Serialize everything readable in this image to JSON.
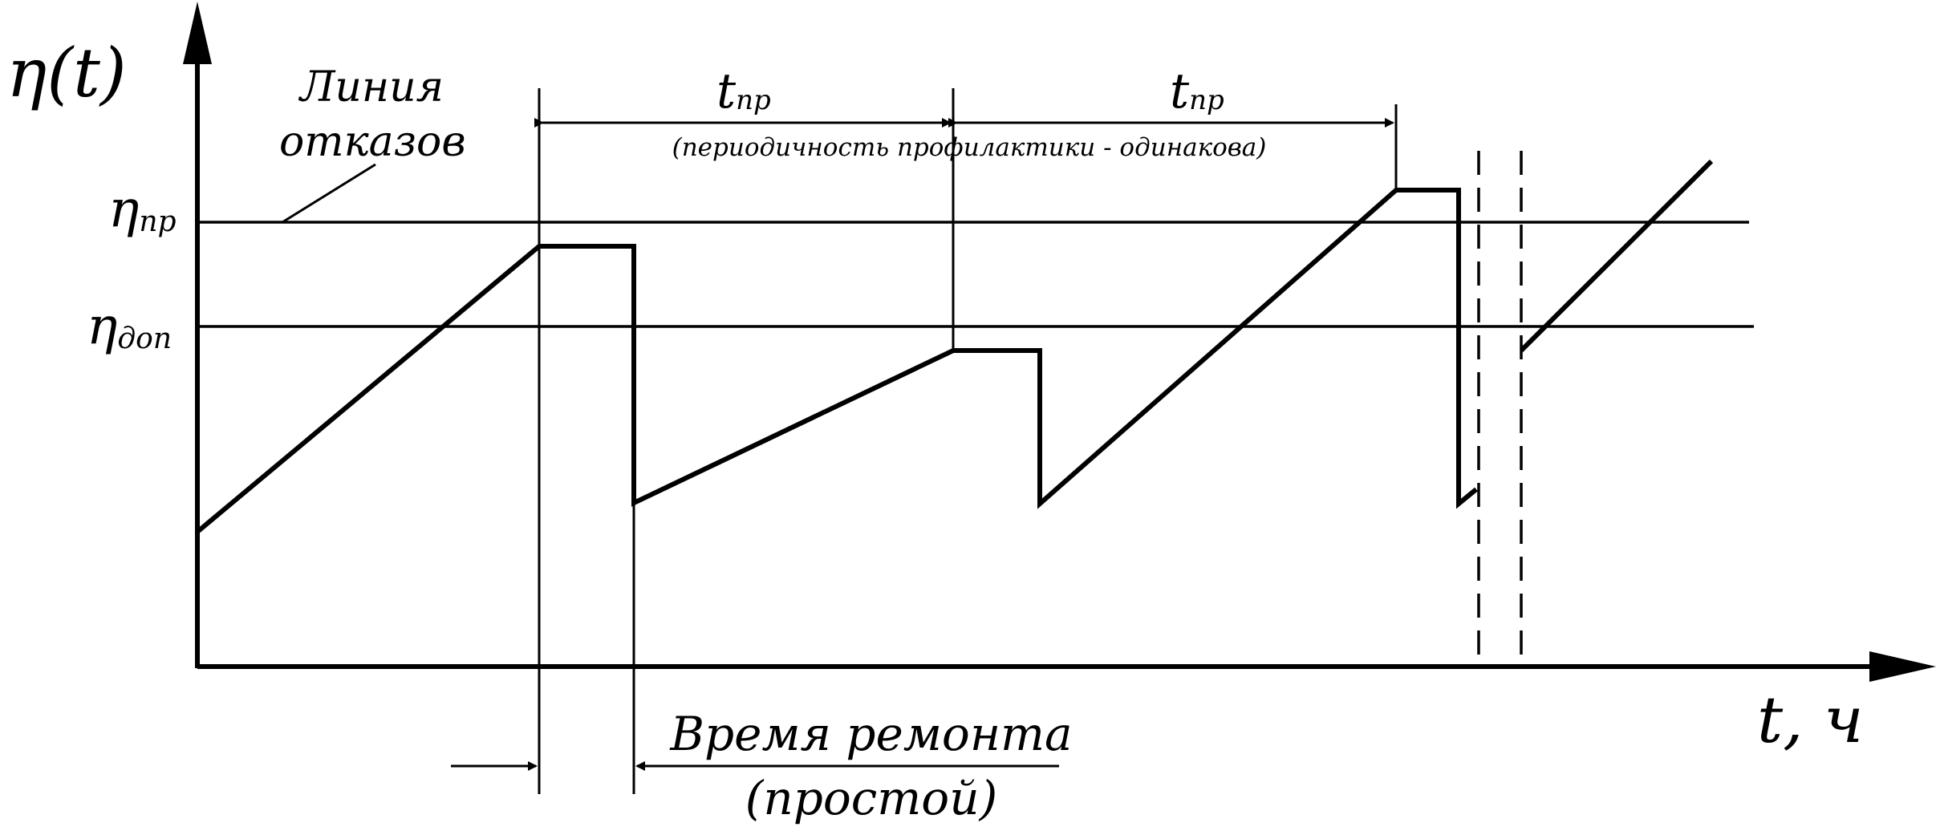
{
  "axes": {
    "y_label": "η(t)",
    "x_label": "t, ч"
  },
  "levels": {
    "eta_pr_symbol": "η",
    "eta_pr_subscript": "пр",
    "eta_dop_symbol": "η",
    "eta_dop_subscript": "доп"
  },
  "annotations": {
    "failure_line_line1": "Линия",
    "failure_line_line2": "отказов",
    "period1_symbol": "t",
    "period1_subscript": "пр",
    "period2_symbol": "t",
    "period2_subscript": "пр",
    "period_note": "(периодичность профилактики - одинакова)",
    "repair_line1": "Время ремонта",
    "repair_line2": "(простой)"
  }
}
